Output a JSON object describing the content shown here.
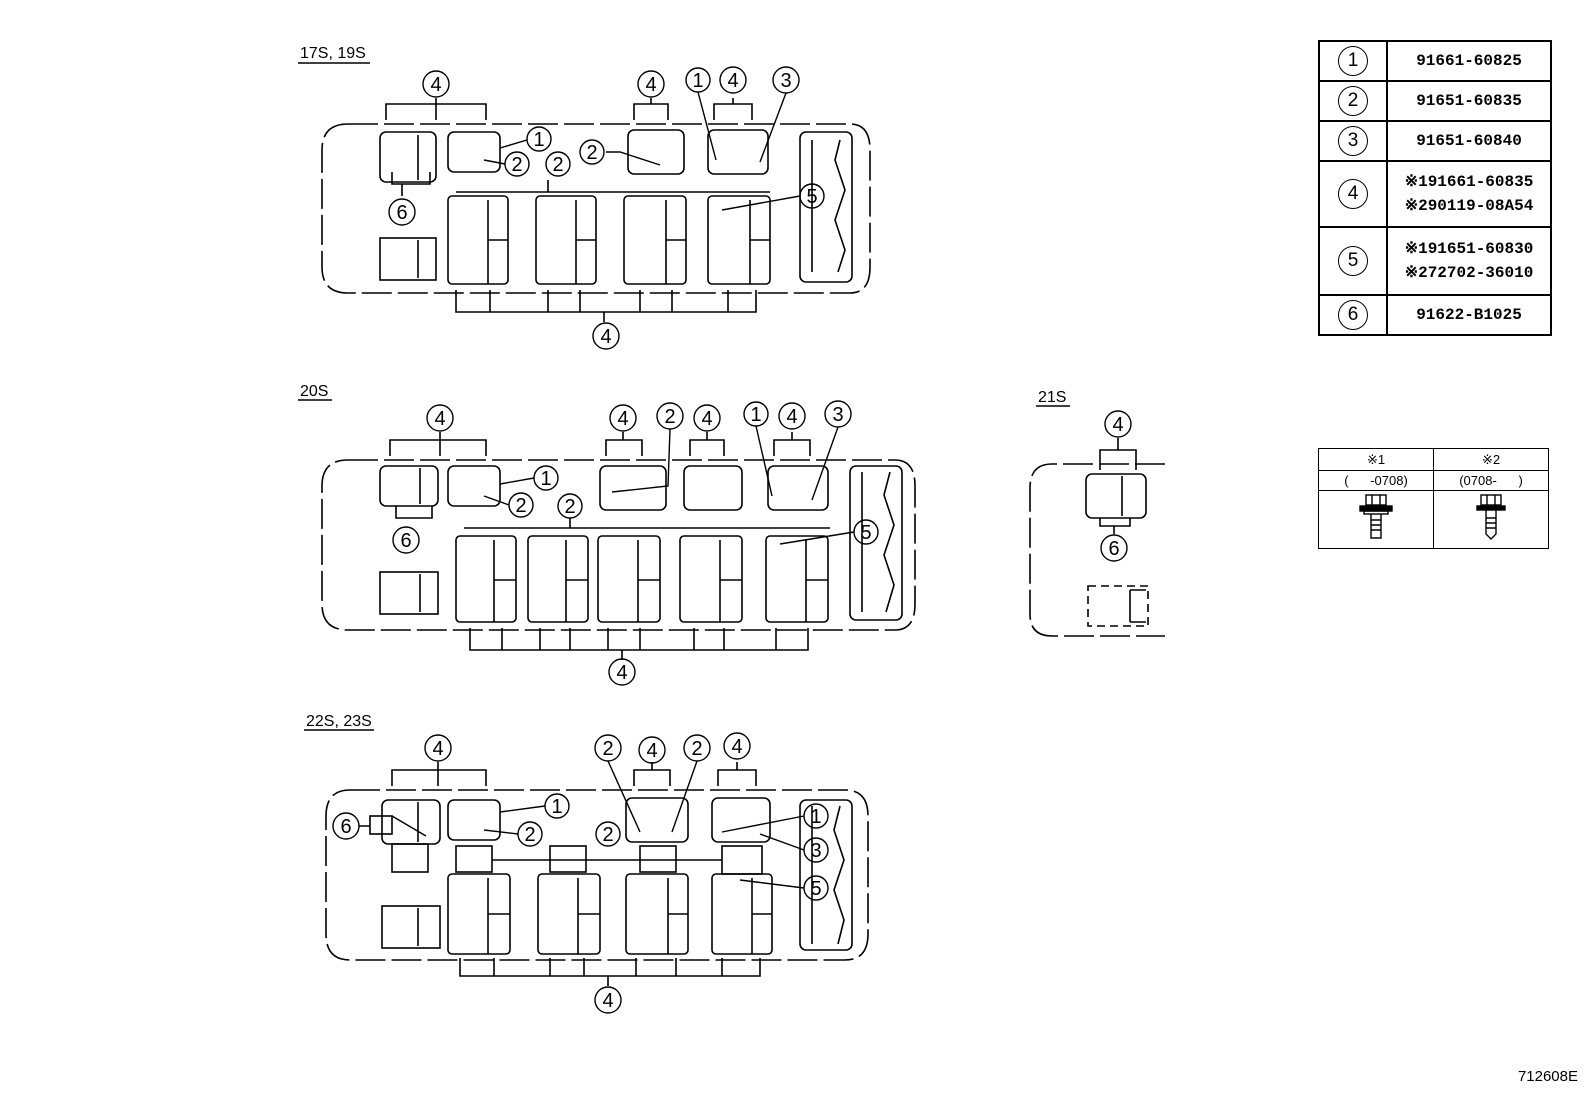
{
  "layouts": [
    {
      "title": "17S, 19S",
      "callouts": [
        "4",
        "4",
        "1",
        "4",
        "3",
        "1",
        "2",
        "2",
        "2",
        "5",
        "6",
        "4"
      ]
    },
    {
      "title": "20S",
      "callouts": [
        "4",
        "4",
        "2",
        "4",
        "1",
        "4",
        "3",
        "1",
        "2",
        "2",
        "5",
        "6",
        "4"
      ]
    },
    {
      "title": "21S",
      "callouts": [
        "4",
        "6"
      ]
    },
    {
      "title": "22S, 23S",
      "callouts": [
        "4",
        "2",
        "4",
        "2",
        "4",
        "1",
        "6",
        "2",
        "2",
        "1",
        "3",
        "5",
        "4"
      ]
    }
  ],
  "parts_table": [
    {
      "key": "1",
      "parts": [
        "91661-60825"
      ]
    },
    {
      "key": "2",
      "parts": [
        "91651-60835"
      ]
    },
    {
      "key": "3",
      "parts": [
        "91651-60840"
      ]
    },
    {
      "key": "4",
      "parts": [
        "※191661-60835",
        "※290119-08A54"
      ]
    },
    {
      "key": "5",
      "parts": [
        "※191651-60830",
        "※272702-36010"
      ]
    },
    {
      "key": "6",
      "parts": [
        "91622-B1025"
      ]
    }
  ],
  "note_table": {
    "headers": [
      "※1",
      "※2"
    ],
    "ranges": [
      "(      -0708)",
      "(0708-      )"
    ]
  },
  "ref_code": "712608E"
}
